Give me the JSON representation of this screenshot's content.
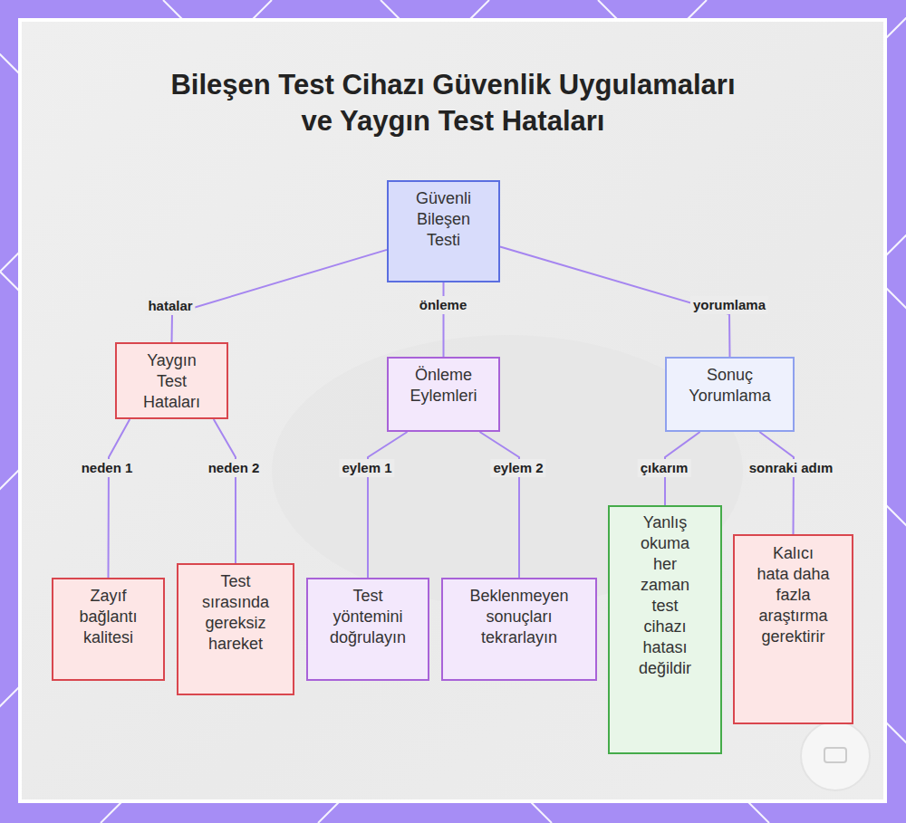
{
  "diagram": {
    "title": "Bileşen Test Cihazı Güvenlik Uygulamaları ve Yaygın Test Hataları",
    "nodes": [
      {
        "text": [
          "Güvenli Bileşen Testi"
        ]
      },
      {
        "text": [
          "Yaygın Test Hataları"
        ]
      },
      {
        "text": [
          "Önleme Eylemleri"
        ]
      },
      {
        "text": [
          "Sonuç Yorumlama"
        ]
      },
      {
        "text": [
          "Zayıf bağlantı kalitesi"
        ]
      },
      {
        "text": [
          "Test sırasında gereksiz hareket"
        ]
      },
      {
        "text": [
          "Test yöntemini doğrulayın"
        ]
      },
      {
        "text": [
          "Beklenmeyen sonuçları tekrarlayın"
        ]
      },
      {
        "text": [
          "Yanlış okuma her zaman test cihazı hatası değildir"
        ]
      },
      {
        "text": [
          "Kalıcı hata daha fazla araştırma gerektirir"
        ]
      }
    ],
    "edges": [
      {
        "from": 0,
        "to": 1,
        "label": "hatalar",
        "arrow": "none"
      },
      {
        "from": 0,
        "to": 2,
        "label": "önleme",
        "arrow": "none"
      },
      {
        "from": 0,
        "to": 3,
        "label": "yorumlama",
        "arrow": "none"
      },
      {
        "from": 1,
        "to": 4,
        "label": "neden 1",
        "arrow": "none"
      },
      {
        "from": 1,
        "to": 5,
        "label": "neden 2",
        "arrow": "none"
      },
      {
        "from": 2,
        "to": 6,
        "label": "eylem 1",
        "arrow": "none"
      },
      {
        "from": 2,
        "to": 7,
        "label": "eylem 2",
        "arrow": "none"
      },
      {
        "from": 3,
        "to": 8,
        "label": "çıkarım",
        "arrow": "none"
      },
      {
        "from": 3,
        "to": 9,
        "label": "sonraki adım",
        "arrow": "none"
      }
    ]
  }
}
